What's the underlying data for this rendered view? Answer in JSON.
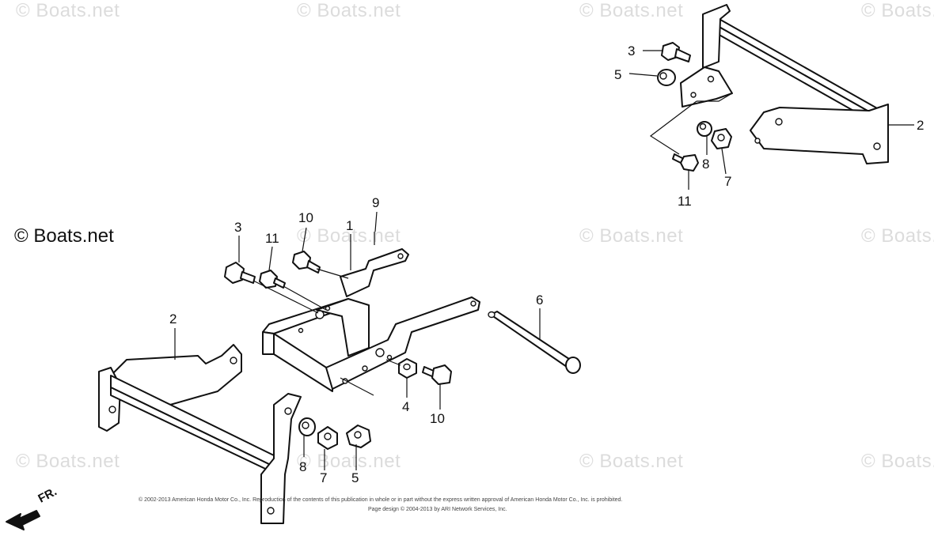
{
  "watermark": {
    "text": "© Boats.net"
  },
  "callouts": {
    "top": {
      "n3": "3",
      "n5": "5",
      "n2": "2",
      "n8": "8",
      "n7": "7",
      "n11": "11"
    },
    "main": {
      "n10a": "10",
      "n9": "9",
      "n3": "3",
      "n11": "11",
      "n1": "1",
      "n6": "6",
      "n2": "2",
      "n4": "4",
      "n10b": "10",
      "n8": "8",
      "n7": "7",
      "n5": "5"
    }
  },
  "direction": {
    "label": "FR."
  },
  "footer": {
    "line1": "© 2002-2013 American Honda Motor Co., Inc. Reproduction of the contents of this publication in whole or in part without the express written approval of American Honda Motor Co., Inc. is prohibited.",
    "line2": "Page design © 2004-2013 by ARI Network Services, Inc."
  },
  "colors": {
    "line": "#111111",
    "watermark": "#dcdcdc"
  }
}
